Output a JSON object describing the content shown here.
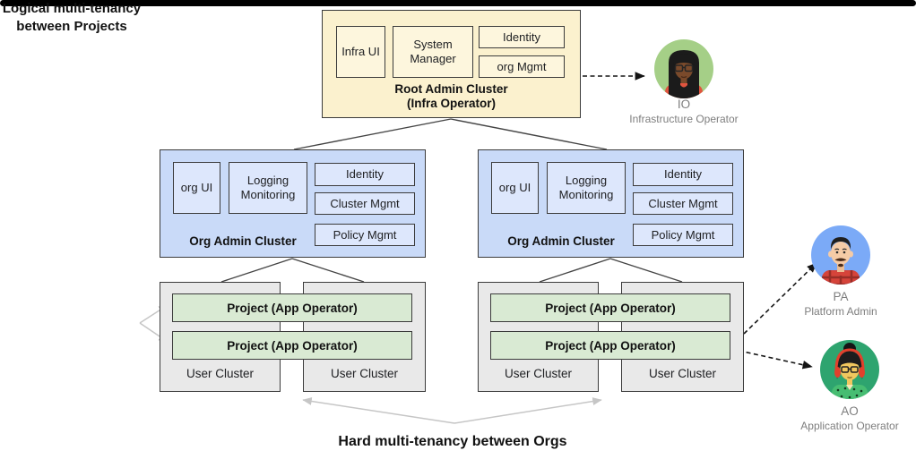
{
  "root_cluster": {
    "title": "Root Admin Cluster",
    "subtitle": "(Infra Operator)",
    "components": [
      "Infra UI",
      "System Manager",
      "Identity",
      "org Mgmt"
    ]
  },
  "org_clusters": [
    {
      "label": "Org Admin Cluster",
      "components": [
        "org UI",
        "Logging Monitoring",
        "Identity",
        "Cluster Mgmt",
        "Policy Mgmt"
      ]
    },
    {
      "label": "Org Admin Cluster",
      "components": [
        "org UI",
        "Logging Monitoring",
        "Identity",
        "Cluster Mgmt",
        "Policy Mgmt"
      ]
    }
  ],
  "user_groups": [
    {
      "projects": [
        "Project (App Operator)",
        "Project (App Operator)"
      ],
      "clusters": [
        "User Cluster",
        "User Cluster"
      ]
    },
    {
      "projects": [
        "Project (App Operator)",
        "Project  (App Operator)"
      ],
      "clusters": [
        "User Cluster",
        "User Cluster"
      ]
    }
  ],
  "annotations": {
    "left": "Logical multi-tenancy between Projects",
    "bottom": "Hard multi-tenancy between Orgs"
  },
  "actors": [
    {
      "abbr": "IO",
      "role": "Infrastructure Operator"
    },
    {
      "abbr": "PA",
      "role": "Platform Admin"
    },
    {
      "abbr": "AO",
      "role": "Application Operator"
    }
  ],
  "colors": {
    "root_fill": "#fbf1ce",
    "org_fill": "#c9daf8",
    "project_fill": "#d9ead3",
    "user_cluster_fill": "#e9e9e9",
    "io_circle": "#a5cf87",
    "pa_circle": "#7baaf7",
    "ao_circle": "#2ea46f",
    "gray_arrow": "#c6c6c6",
    "actor_text": "#7e7e7e"
  }
}
